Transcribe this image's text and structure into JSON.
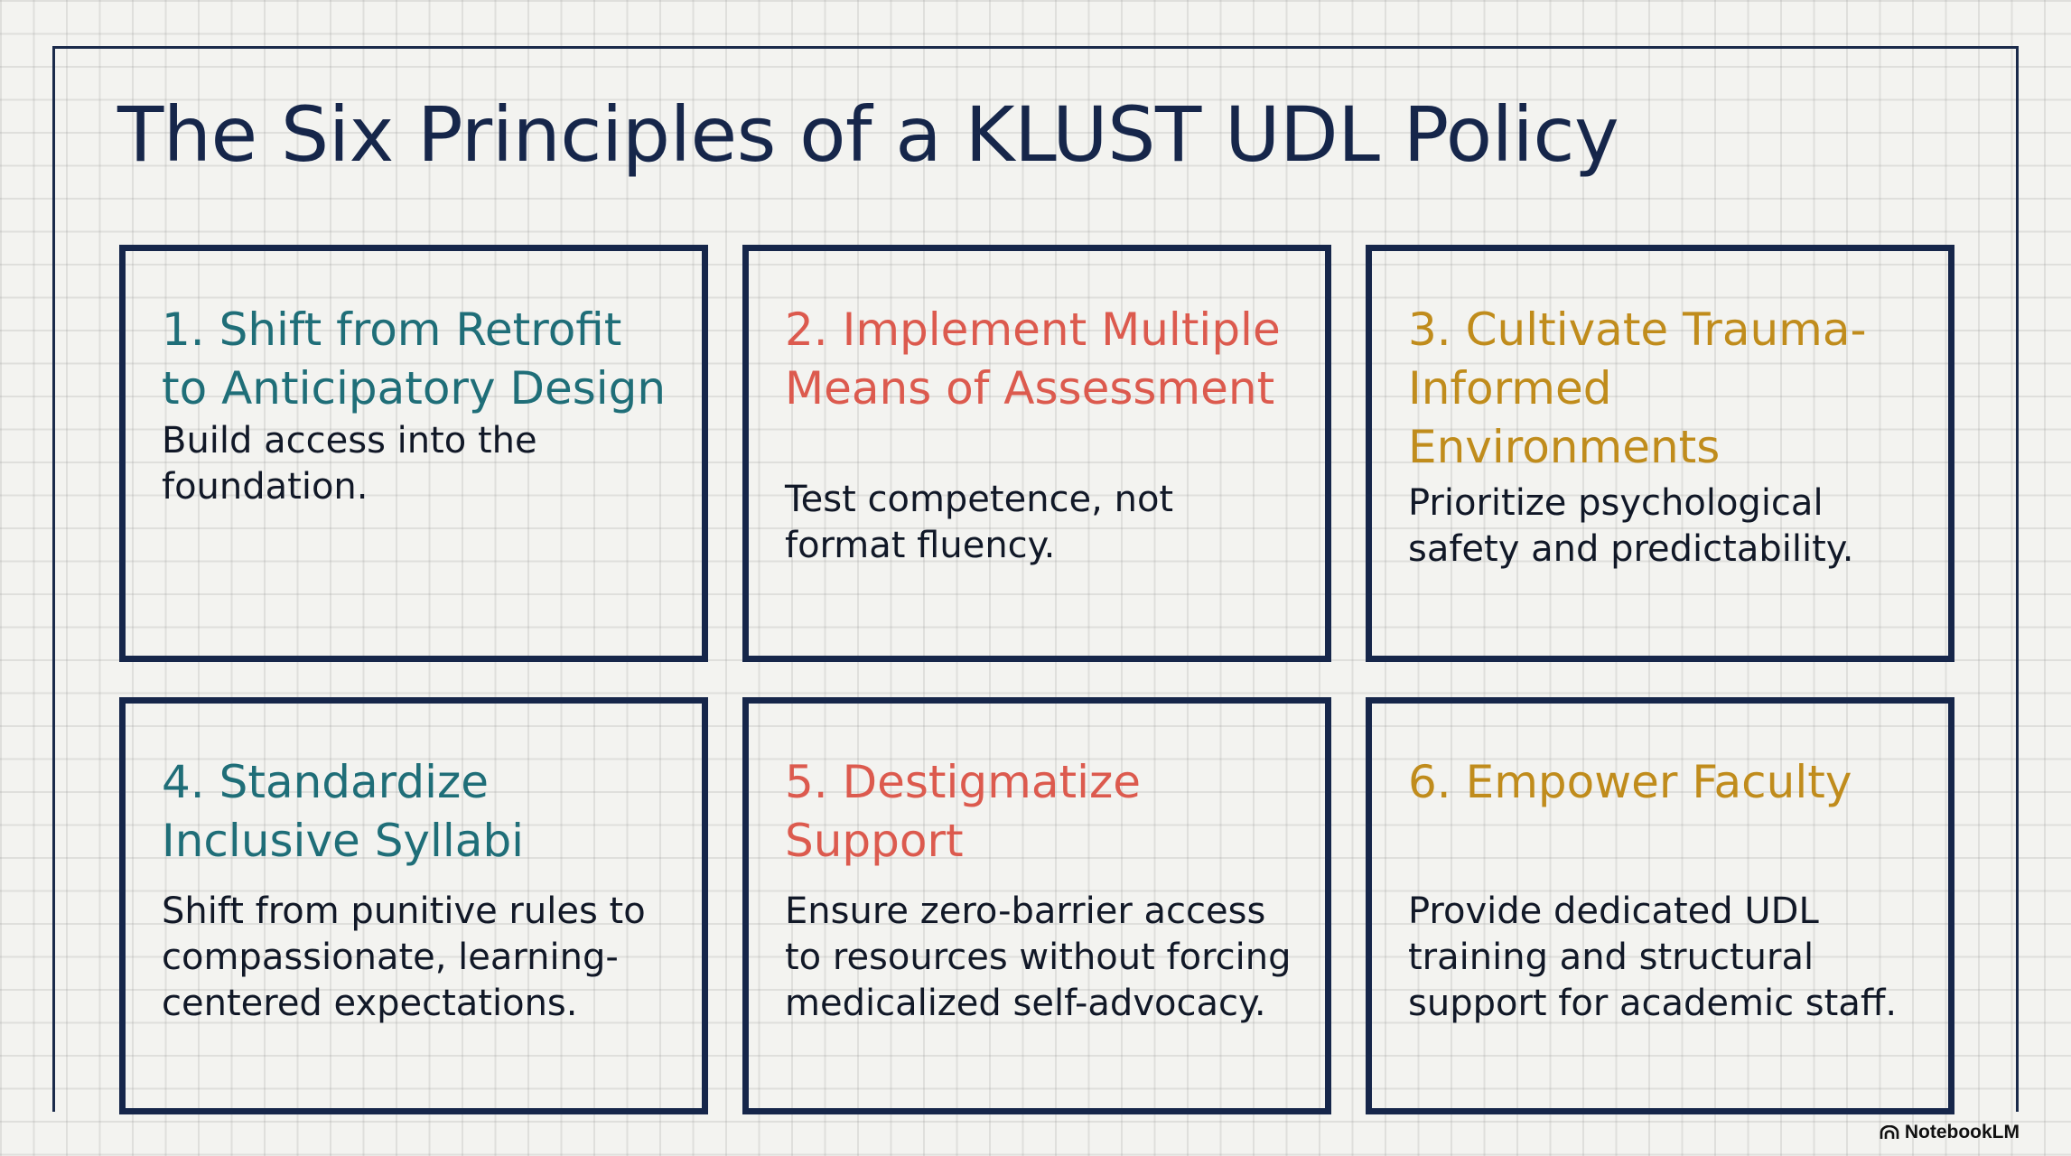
{
  "title": "The Six Principles of a KLUST UDL Policy",
  "colors": {
    "navy": "#16264a",
    "teal": "#1f6e78",
    "coral": "#dc5a4e",
    "gold": "#c08c1c"
  },
  "principles": [
    {
      "heading": "1. Shift from Retrofit to Anticipatory Design",
      "body": "Build access into the foundation."
    },
    {
      "heading": "2. Implement Multiple Means of Assessment",
      "body": "Test competence, not format fluency."
    },
    {
      "heading": "3. Cultivate Trauma-Informed Environments",
      "body": "Prioritize psychological safety and predictability."
    },
    {
      "heading": "4. Standardize Inclusive Syllabi",
      "body": "Shift from punitive rules to compassionate, learning-centered expectations."
    },
    {
      "heading": "5. Destigmatize Support",
      "body": "Ensure zero-barrier access to resources without forcing medicalized self-advocacy."
    },
    {
      "heading": "6. Empower Faculty",
      "body": "Provide dedicated UDL training and structural support for academic staff."
    }
  ],
  "brand": {
    "label": "NotebookLM",
    "icon": "notebooklm-logo-icon"
  }
}
